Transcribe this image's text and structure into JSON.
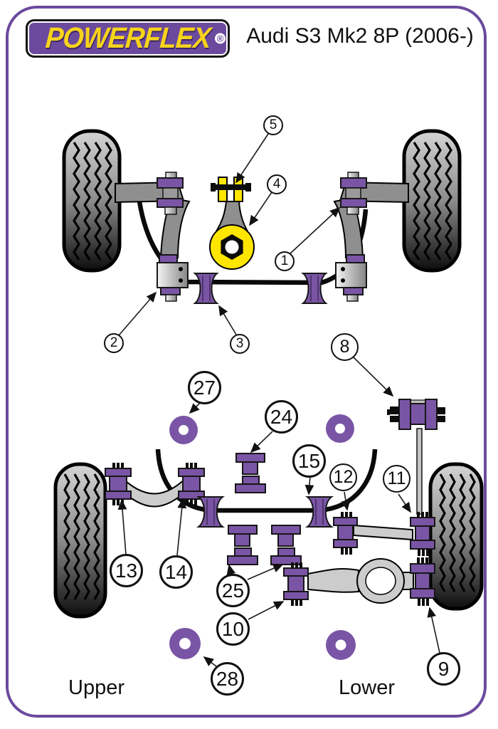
{
  "header": {
    "logo_text": "POWERFLEX",
    "registered_mark": "®",
    "title": "Audi S3 Mk2 8P (2006-)"
  },
  "diagram": {
    "section_labels": {
      "upper": "Upper",
      "lower": "Lower"
    },
    "callouts": {
      "c1": "1",
      "c2": "2",
      "c3": "3",
      "c4": "4",
      "c5": "5",
      "c8": "8",
      "c9": "9",
      "c10": "10",
      "c11": "11",
      "c12": "12",
      "c13": "13",
      "c14": "14",
      "c15": "15",
      "c24": "24",
      "c25": "25",
      "c27": "27",
      "c28": "28"
    }
  },
  "colors": {
    "brand_purple": "#6b4a9e",
    "bush_purple": "#7a55a5",
    "highlight_yellow": "#ffe600",
    "logo_yellow": "#f6d31c"
  }
}
